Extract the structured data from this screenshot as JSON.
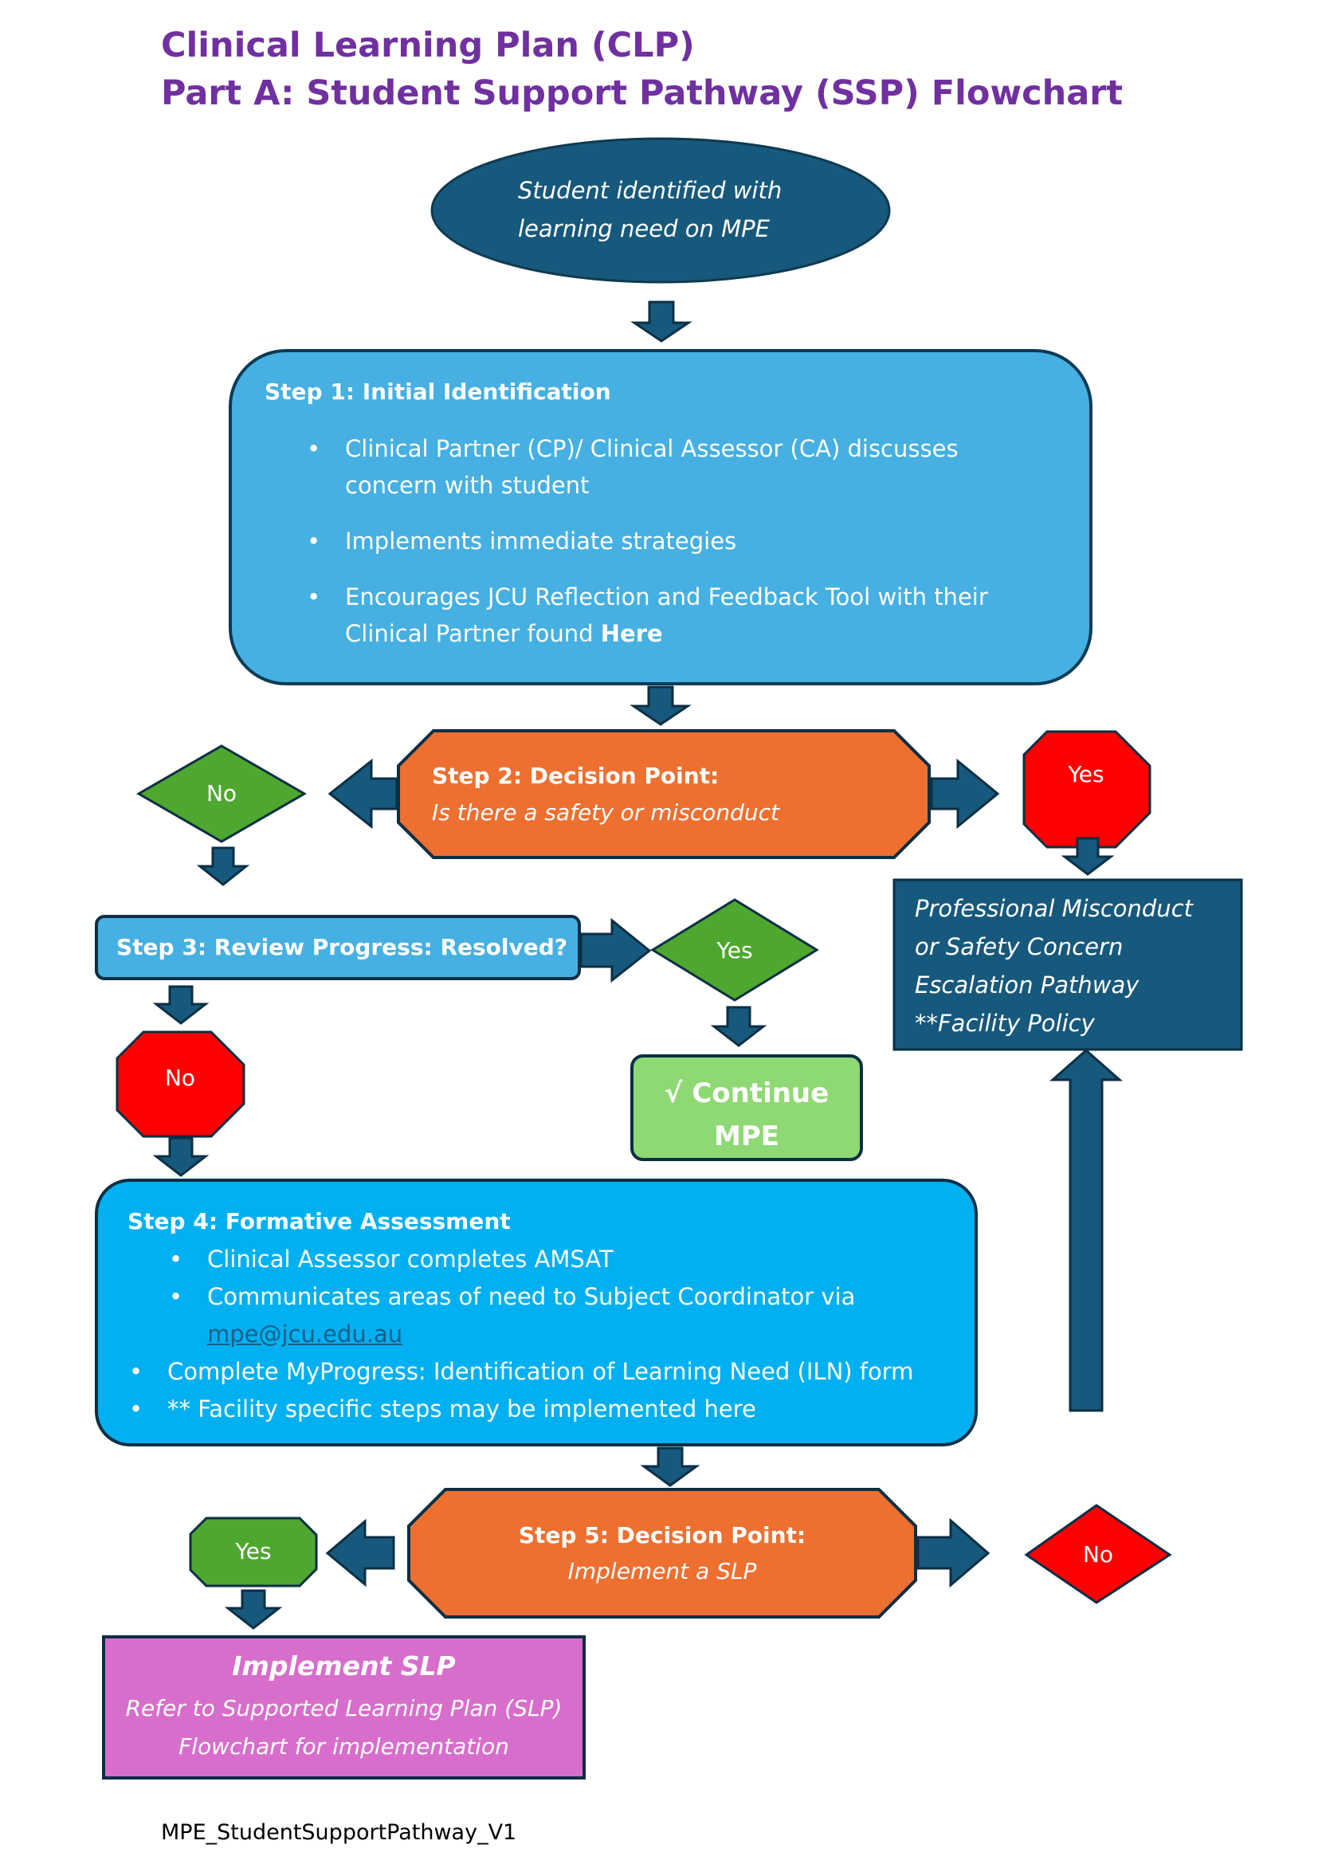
{
  "title": {
    "line1": "Clinical Learning Plan (CLP)",
    "line2": "Part A: Student Support Pathway  (SSP) Flowchart"
  },
  "start": {
    "line1": "Student identified with",
    "line2": "learning need on MPE"
  },
  "step1": {
    "heading": "Step 1: Initial Identification",
    "bullets": [
      "Clinical Partner (CP)/ Clinical Assessor (CA) discusses concern with student",
      "Implements immediate strategies",
      "Encourages JCU Reflection and Feedback Tool with their Clinical Partner found"
    ],
    "link_text": "Here"
  },
  "step2": {
    "heading": "Step 2: Decision Point:",
    "question": "Is there a safety or misconduct",
    "no_label": "No",
    "yes_label": "Yes"
  },
  "escalation": {
    "line1": "Professional Misconduct",
    "line2": "or Safety Concern",
    "line3": "Escalation Pathway",
    "line4": "**Facility Policy"
  },
  "step3": {
    "heading": "Step 3: Review Progress: Resolved?",
    "yes_label": "Yes",
    "no_label": "No"
  },
  "continue": {
    "line1": "√ Continue",
    "line2": "MPE"
  },
  "step4": {
    "heading": "Step 4: Formative Assessment",
    "bullet1": "Clinical Assessor completes AMSAT",
    "bullet2": "Communicates areas of need to Subject Coordinator via",
    "email": "mpe@jcu.edu.au",
    "bullet3": "Complete MyProgress: Identification of Learning Need (ILN) form",
    "bullet4": "** Facility specific steps may be implemented here"
  },
  "step5": {
    "heading": "Step 5: Decision Point:",
    "question": "Implement a SLP",
    "yes_label": "Yes",
    "no_label": "No"
  },
  "slp": {
    "heading": "Implement SLP",
    "line1": "Refer to Supported Learning Plan (SLP)",
    "line2": "Flowchart for implementation"
  },
  "footer": "MPE_StudentSupportPathway_V1",
  "colors": {
    "title": "#7030a0",
    "dark_teal": "#17597c",
    "light_blue": "#45b0e1",
    "bright_blue": "#00b0f0",
    "orange": "#ed7031",
    "green": "#4ea72e",
    "light_green": "#8ed973",
    "red": "#ff0000",
    "magenta": "#d86ecc"
  }
}
